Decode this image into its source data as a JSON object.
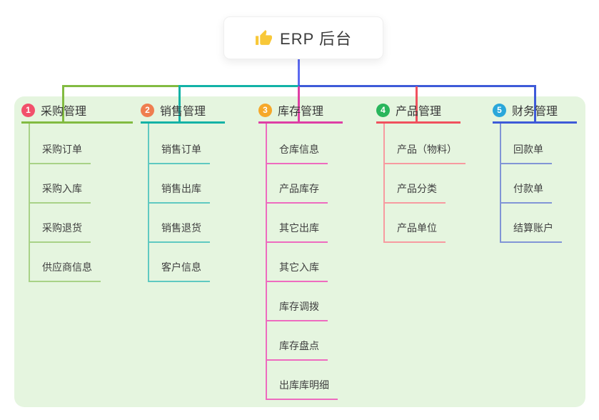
{
  "root": {
    "label": "ERP 后台",
    "icon": "thumbs-up-icon",
    "icon_color": "#f8c838",
    "connector_color": "#5c6af0"
  },
  "panel": {
    "background_color": "#e5f5df"
  },
  "branches": [
    {
      "badge": "1",
      "label": "采购管理",
      "color": "#82bb41",
      "item_line_color": "#a8d287",
      "badge_color": "#f2506b",
      "items": [
        "采购订单",
        "采购入库",
        "采购退货",
        "供应商信息"
      ]
    },
    {
      "badge": "2",
      "label": "销售管理",
      "color": "#12b2a6",
      "item_line_color": "#5fc9c1",
      "badge_color": "#ef7e50",
      "items": [
        "销售订单",
        "销售出库",
        "销售退货",
        "客户信息"
      ]
    },
    {
      "badge": "3",
      "label": "库存管理",
      "color": "#de3fa5",
      "item_line_color": "#ee6bbf",
      "badge_color": "#f6a829",
      "items": [
        "仓库信息",
        "产品库存",
        "其它出库",
        "其它入库",
        "库存调拨",
        "库存盘点",
        "出库库明细"
      ]
    },
    {
      "badge": "4",
      "label": "产品管理",
      "color": "#f0515e",
      "item_line_color": "#f79aa0",
      "badge_color": "#29b65c",
      "items": [
        "产品（物料）",
        "产品分类",
        "产品单位"
      ]
    },
    {
      "badge": "5",
      "label": "财务管理",
      "color": "#3e5ad8",
      "item_line_color": "#8195d6",
      "badge_color": "#2aa7da",
      "items": [
        "回款单",
        "付款单",
        "结算账户"
      ]
    }
  ]
}
